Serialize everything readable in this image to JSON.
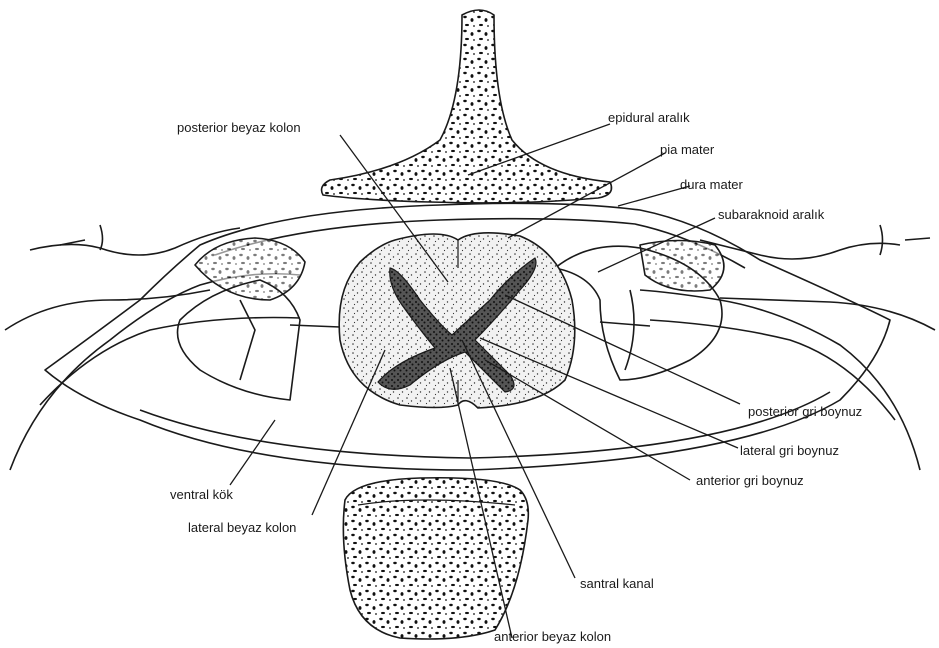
{
  "labels": {
    "posterior_beyaz_kolon": "posterior beyaz kolon",
    "epidural_aralik": "epidural aralık",
    "pia_mater": "pia mater",
    "dura_mater": "dura mater",
    "subaraknoid_aralik": "subaraknoid aralık",
    "posterior_gri_boynuz": "posterior gri boynuz",
    "lateral_gri_boynuz": "lateral gri boynuz",
    "anterior_gri_boynuz": "anterior gri boynuz",
    "ventral_kok": "ventral kök",
    "lateral_beyaz_kolon": "lateral beyaz kolon",
    "santral_kanal": "santral kanal",
    "anterior_beyaz_kolon": "anterior beyaz kolon"
  },
  "colors": {
    "ink": "#1a1a1a",
    "background": "#ffffff"
  }
}
